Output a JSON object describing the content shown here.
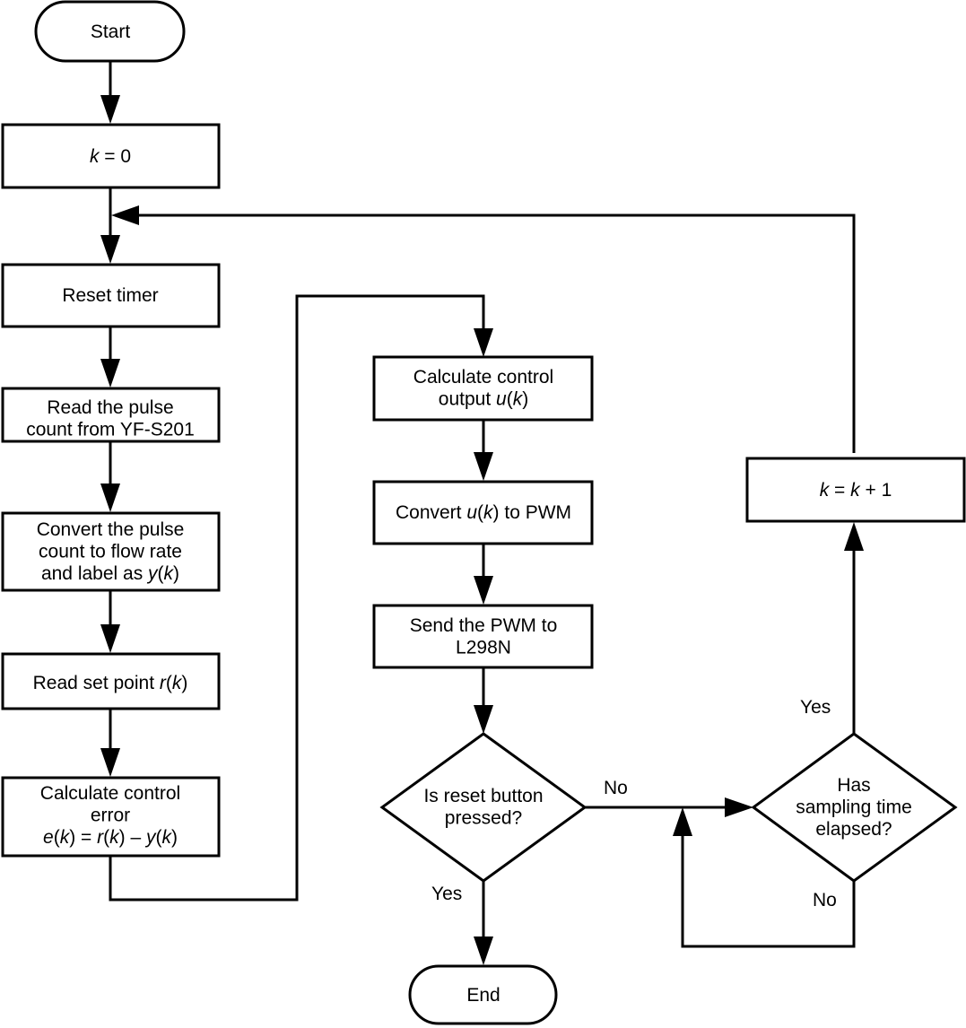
{
  "diagram": {
    "type": "flowchart",
    "nodes": {
      "start": {
        "kind": "terminal",
        "lines": [
          [
            {
              "t": "Start"
            }
          ]
        ]
      },
      "init_k": {
        "kind": "process",
        "lines": [
          [
            {
              "t": "k",
              "i": true
            },
            {
              "t": " = 0"
            }
          ]
        ]
      },
      "reset_timer": {
        "kind": "process",
        "lines": [
          [
            {
              "t": "Reset timer"
            }
          ]
        ]
      },
      "read_pulse": {
        "kind": "process",
        "lines": [
          [
            {
              "t": "Read the pulse"
            }
          ],
          [
            {
              "t": "count from YF-S201"
            }
          ]
        ]
      },
      "convert_flow": {
        "kind": "process",
        "lines": [
          [
            {
              "t": "Convert the pulse"
            }
          ],
          [
            {
              "t": "count to flow rate"
            }
          ],
          [
            {
              "t": "and label as "
            },
            {
              "t": "y",
              "i": true
            },
            {
              "t": "("
            },
            {
              "t": "k",
              "i": true
            },
            {
              "t": ")"
            }
          ]
        ]
      },
      "read_setpoint": {
        "kind": "process",
        "lines": [
          [
            {
              "t": "Read set point "
            },
            {
              "t": "r",
              "i": true
            },
            {
              "t": "("
            },
            {
              "t": "k",
              "i": true
            },
            {
              "t": ")"
            }
          ]
        ]
      },
      "calc_error": {
        "kind": "process",
        "lines": [
          [
            {
              "t": "Calculate control"
            }
          ],
          [
            {
              "t": "error"
            }
          ],
          [
            {
              "t": "e",
              "i": true
            },
            {
              "t": "("
            },
            {
              "t": "k",
              "i": true
            },
            {
              "t": ") = "
            },
            {
              "t": "r",
              "i": true
            },
            {
              "t": "("
            },
            {
              "t": "k",
              "i": true
            },
            {
              "t": ") – "
            },
            {
              "t": "y",
              "i": true
            },
            {
              "t": "("
            },
            {
              "t": "k",
              "i": true
            },
            {
              "t": ")"
            }
          ]
        ]
      },
      "calc_output": {
        "kind": "process",
        "lines": [
          [
            {
              "t": "Calculate control"
            }
          ],
          [
            {
              "t": "output "
            },
            {
              "t": "u",
              "i": true
            },
            {
              "t": "("
            },
            {
              "t": "k",
              "i": true
            },
            {
              "t": ")"
            }
          ]
        ]
      },
      "convert_pwm": {
        "kind": "process",
        "lines": [
          [
            {
              "t": "Convert "
            },
            {
              "t": "u",
              "i": true
            },
            {
              "t": "("
            },
            {
              "t": "k",
              "i": true
            },
            {
              "t": ") to PWM"
            }
          ]
        ]
      },
      "send_pwm": {
        "kind": "process",
        "lines": [
          [
            {
              "t": "Send the PWM to"
            }
          ],
          [
            {
              "t": "L298N"
            }
          ]
        ]
      },
      "reset_pressed": {
        "kind": "decision",
        "lines": [
          [
            {
              "t": "Is reset button"
            }
          ],
          [
            {
              "t": "pressed?"
            }
          ]
        ]
      },
      "end": {
        "kind": "terminal",
        "lines": [
          [
            {
              "t": "End"
            }
          ]
        ]
      },
      "sampling_elapsed": {
        "kind": "decision",
        "lines": [
          [
            {
              "t": "Has"
            }
          ],
          [
            {
              "t": "sampling time"
            }
          ],
          [
            {
              "t": "elapsed?"
            }
          ]
        ]
      },
      "increment_k": {
        "kind": "process",
        "lines": [
          [
            {
              "t": "k",
              "i": true
            },
            {
              "t": " = "
            },
            {
              "t": "k",
              "i": true
            },
            {
              "t": " + 1"
            }
          ]
        ]
      }
    },
    "edge_labels": {
      "reset_no": "No",
      "reset_yes": "Yes",
      "sampling_yes": "Yes",
      "sampling_no": "No"
    },
    "edges": [
      {
        "from": "start",
        "to": "init_k"
      },
      {
        "from": "init_k",
        "to": "reset_timer"
      },
      {
        "from": "reset_timer",
        "to": "read_pulse"
      },
      {
        "from": "read_pulse",
        "to": "convert_flow"
      },
      {
        "from": "convert_flow",
        "to": "read_setpoint"
      },
      {
        "from": "read_setpoint",
        "to": "calc_error"
      },
      {
        "from": "calc_error",
        "to": "calc_output"
      },
      {
        "from": "calc_output",
        "to": "convert_pwm"
      },
      {
        "from": "convert_pwm",
        "to": "send_pwm"
      },
      {
        "from": "send_pwm",
        "to": "reset_pressed"
      },
      {
        "from": "reset_pressed",
        "to": "end",
        "label": "Yes"
      },
      {
        "from": "reset_pressed",
        "to": "sampling_elapsed",
        "label": "No"
      },
      {
        "from": "sampling_elapsed",
        "to": "sampling_elapsed",
        "label": "No"
      },
      {
        "from": "sampling_elapsed",
        "to": "increment_k",
        "label": "Yes"
      },
      {
        "from": "increment_k",
        "to": "reset_timer"
      }
    ]
  }
}
